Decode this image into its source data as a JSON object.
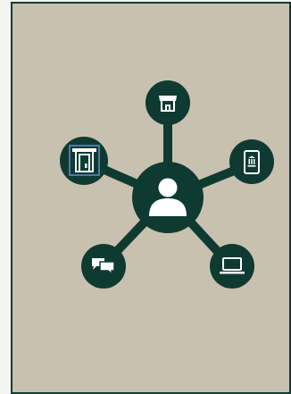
{
  "diagram": {
    "colors": {
      "panel_bg": "#c8c1b0",
      "panel_border": "#123a31",
      "node_fill": "#0f3a31",
      "icon": "#ffffff",
      "highlight": "#4f79a8"
    },
    "center_node": {
      "icon": "user-icon"
    },
    "satellites": [
      {
        "id": "store",
        "icon": "store-icon"
      },
      {
        "id": "mobile-banking",
        "icon": "mobile-bank-icon"
      },
      {
        "id": "online",
        "icon": "laptop-icon"
      },
      {
        "id": "chat",
        "icon": "chat-icon"
      },
      {
        "id": "atm",
        "icon": "atm-icon",
        "highlighted": true
      }
    ]
  }
}
